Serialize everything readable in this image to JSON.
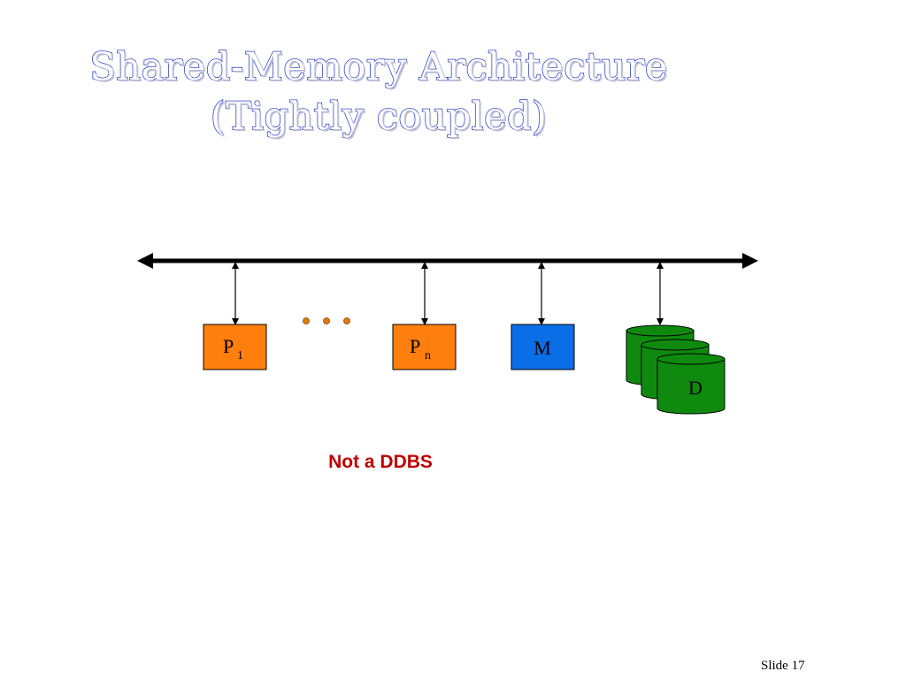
{
  "title": {
    "line1": "Shared-Memory Architecture",
    "line2": "(Tightly coupled)"
  },
  "diagram": {
    "processor_first": {
      "label": "P",
      "subscript": "1"
    },
    "processor_last": {
      "label": "P",
      "subscript": "n"
    },
    "memory": {
      "label": "M"
    },
    "disk": {
      "label": "D"
    },
    "colors": {
      "processor": "#ff7f0e",
      "memory": "#0a6ee6",
      "disk": "#0f8a0f",
      "ellipsis_dots": "#e5780a",
      "bus": "#000000"
    },
    "icons": [
      "bidirectional-bus-arrow",
      "ellipsis-dots",
      "disk-stack-icon"
    ]
  },
  "note": "Not a DDBS",
  "footer": {
    "slide_number": "Slide 17"
  }
}
